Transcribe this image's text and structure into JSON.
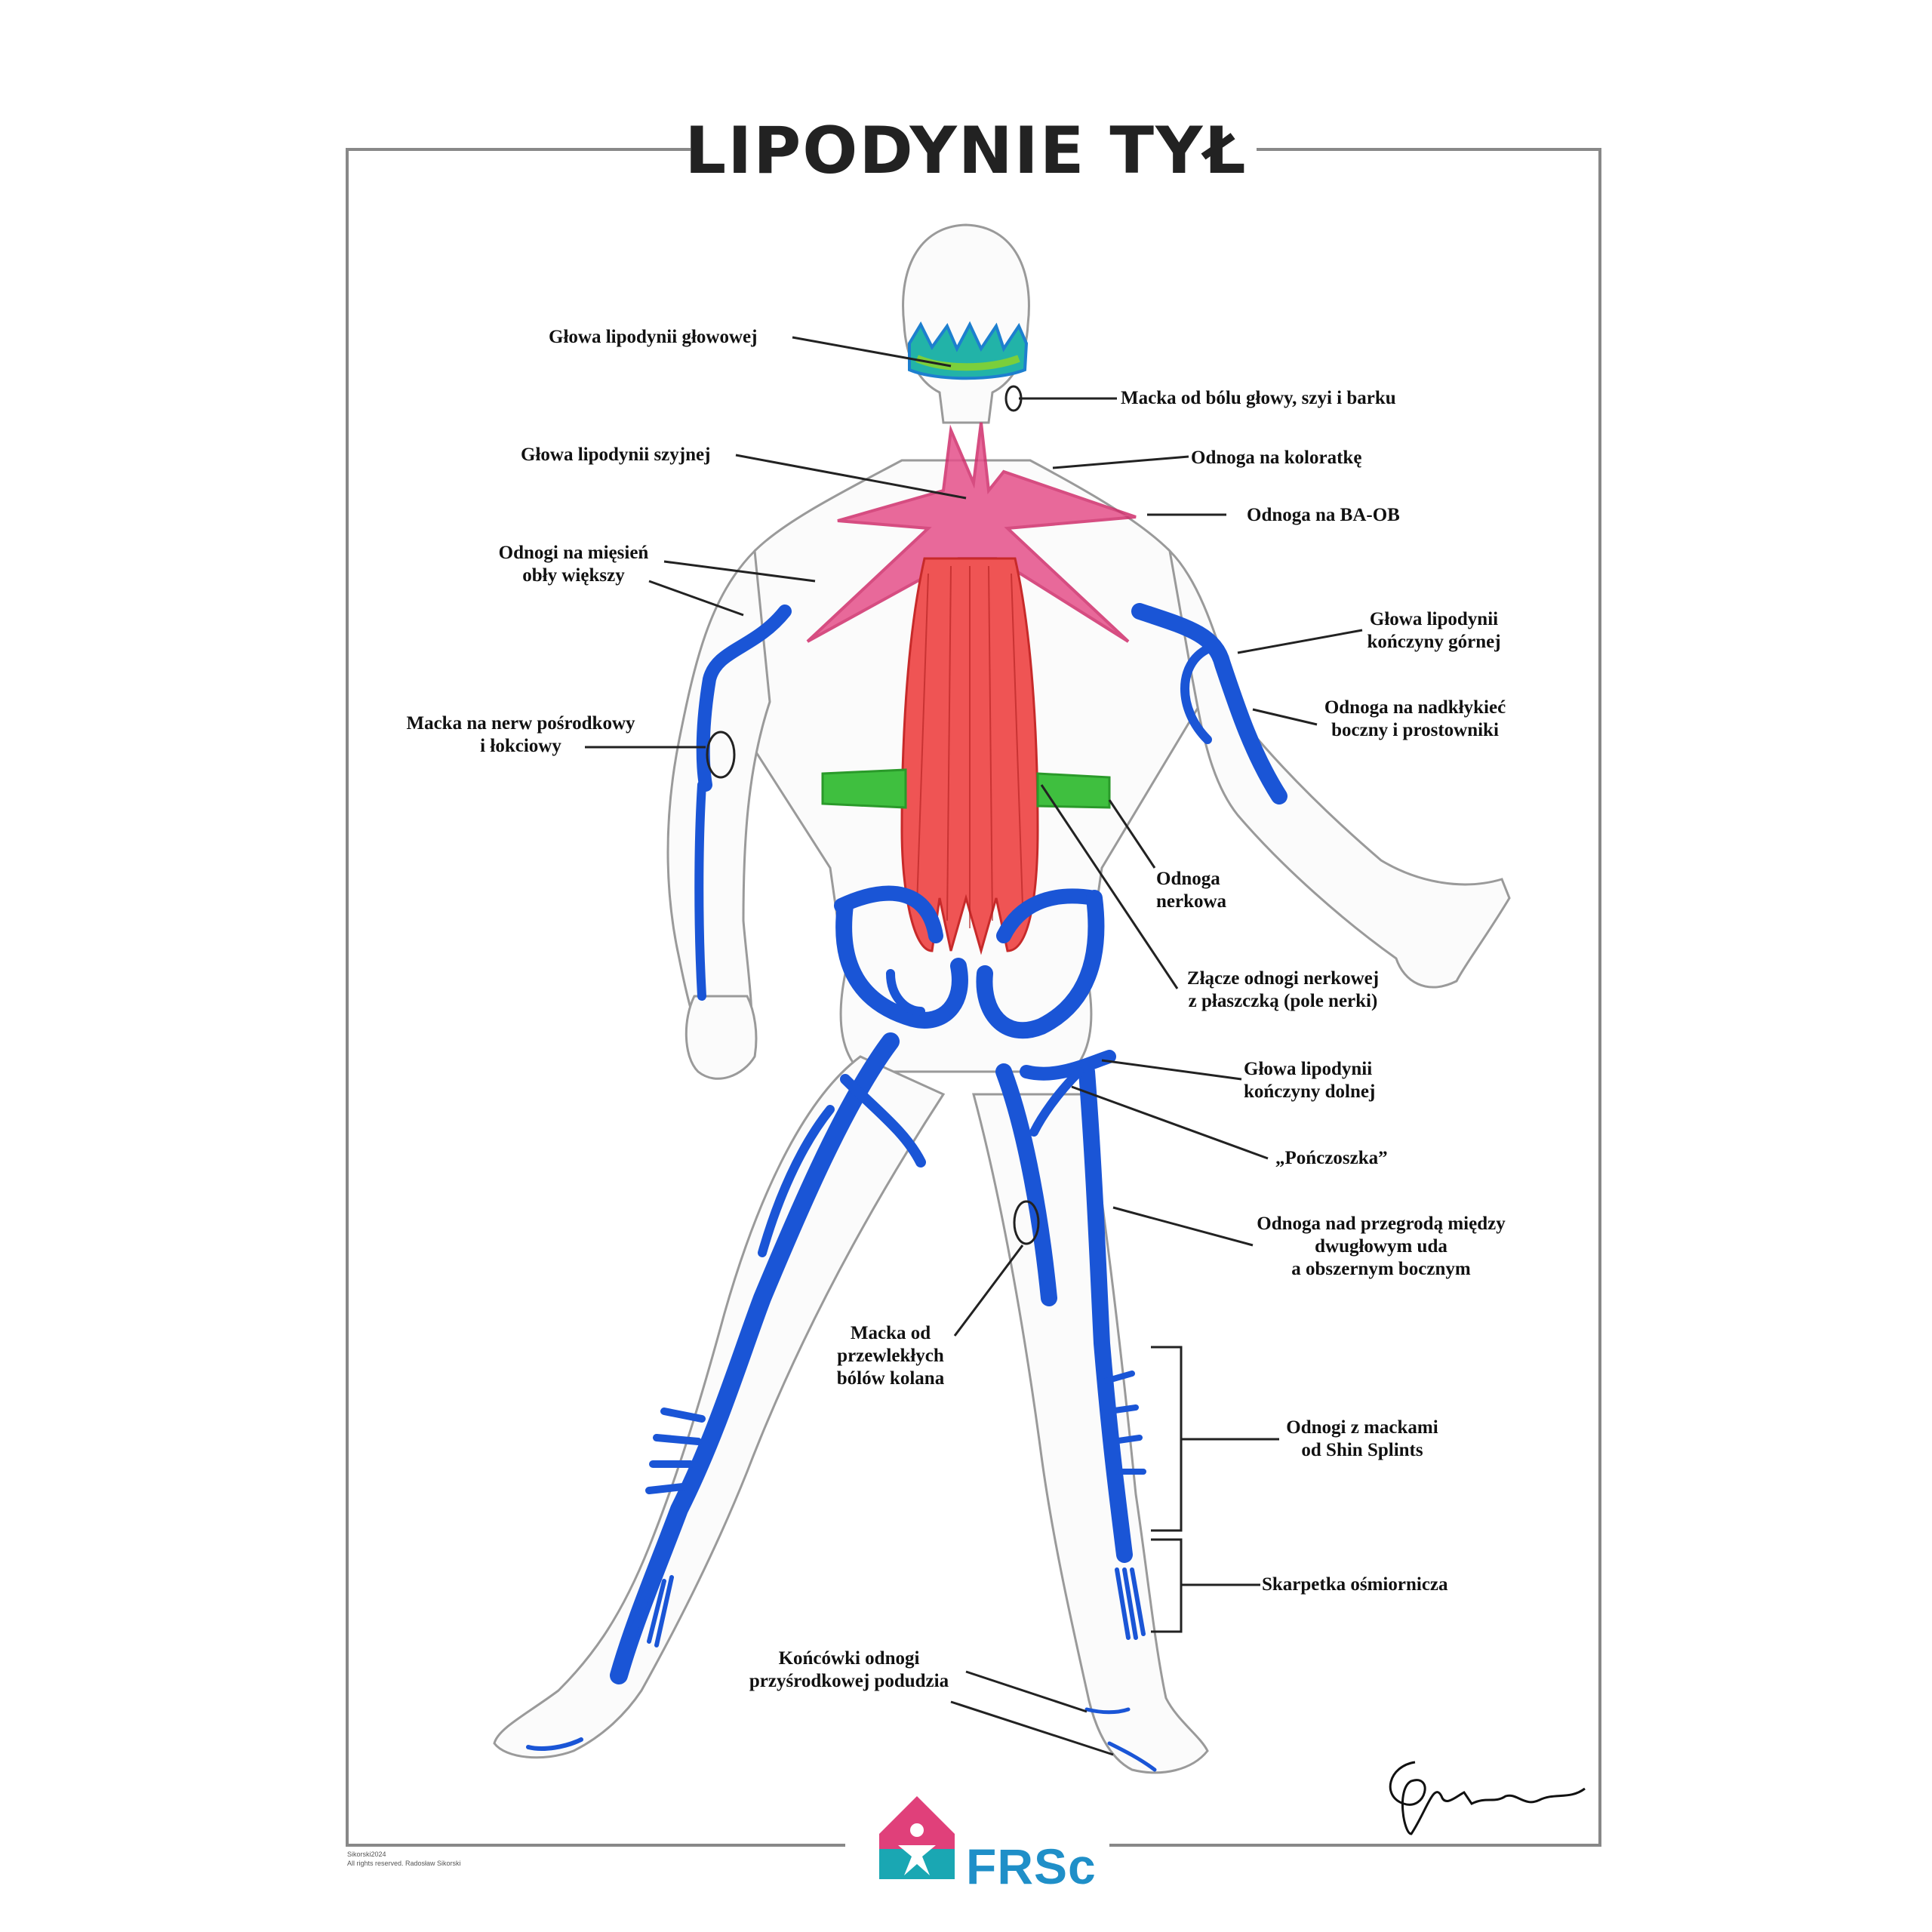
{
  "title": "LIPODYNIE TYŁ",
  "labels": {
    "glowa_glowowej": "Głowa lipodynii głowowej",
    "macka_bolu_glowy": "Macka od bólu głowy, szyi i barku",
    "glowa_szyjnej": "Głowa lipodynii szyjnej",
    "odnoga_koloratke": "Odnoga na koloratkę",
    "odnoga_ba_ob": "Odnoga na BA-OB",
    "odnogi_miesien_1": "Odnogi na mięsień",
    "odnogi_miesien_2": "obły większy",
    "glowa_gornej_1": "Głowa lipodynii",
    "glowa_gornej_2": "kończyny górnej",
    "macka_nerw_1": "Macka na nerw pośrodkowy",
    "macka_nerw_2": "i łokciowy",
    "odnoga_nadklykiec_1": "Odnoga na nadkłykieć",
    "odnoga_nadklykiec_2": "boczny i prostowniki",
    "odnoga_nerkowa_1": "Odnoga",
    "odnoga_nerkowa_2": "nerkowa",
    "zlacze_1": "Złącze odnogi nerkowej",
    "zlacze_2": "z płaszczką (pole nerki)",
    "glowa_dolnej_1": "Głowa lipodynii",
    "glowa_dolnej_2": "kończyny dolnej",
    "ponczoszka": "„Pończoszka”",
    "odnoga_przegroda_1": "Odnoga nad przegrodą między",
    "odnoga_przegroda_2": "dwugłowym uda",
    "odnoga_przegroda_3": "a obszernym bocznym",
    "macka_kolana_1": "Macka od",
    "macka_kolana_2": "przewlekłych",
    "macka_kolana_3": "bólów kolana",
    "shin_1": "Odnogi z mackami",
    "shin_2": "od Shin Splints",
    "skarpetka": "Skarpetka ośmiornicza",
    "koncowki_1": "Końcówki odnogi",
    "koncowki_2": "przyśrodkowej podudzia"
  },
  "logo": {
    "text": "FRSc"
  },
  "footer": {
    "line1": "Sikorski2024",
    "line2": "All rights reserved. Radosław Sikorski"
  },
  "colors": {
    "blue": "#1a55d6",
    "pink": "#e0407a",
    "red": "#e23a3a",
    "green": "#2fb53a",
    "teal": "#1aa7b3"
  }
}
